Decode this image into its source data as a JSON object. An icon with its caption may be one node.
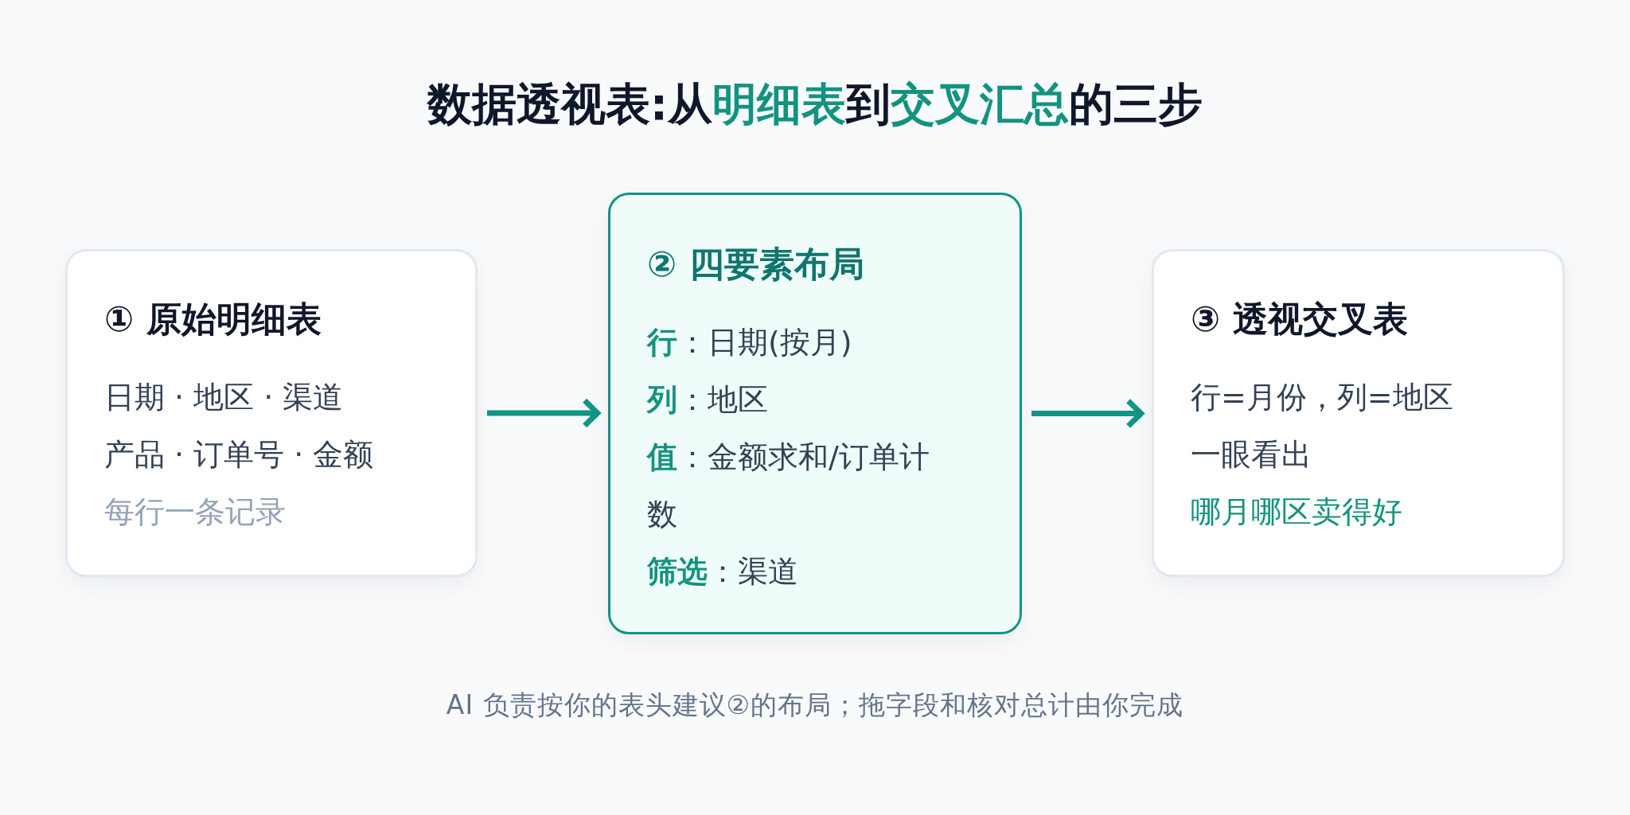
{
  "diagram": {
    "title": "数据透视表:从**明细表**到**交叉汇总**的三步",
    "nodes": [
      {
        "text": [
          "① 原始明细表",
          "日期 · 地区 · 渠道",
          "产品 · 订单号 · 金额",
          "每行一条记录"
        ]
      },
      {
        "text": [
          "② 四要素布局",
          "**行**：日期(按月)",
          "**列**：地区",
          "**值**：金额求和/订单计数",
          "**筛选**：渠道"
        ]
      },
      {
        "text": [
          "③ 透视交叉表",
          "行=月份，列=地区",
          "一眼看出",
          "哪月哪区卖得好"
        ]
      }
    ],
    "edges": [
      {
        "from": 0,
        "to": 1,
        "arrow": "to"
      },
      {
        "from": 1,
        "to": 2,
        "arrow": "to"
      }
    ],
    "caption": "AI 负责按你的表头建议②的布局；拖字段和核对总计由你完成"
  }
}
